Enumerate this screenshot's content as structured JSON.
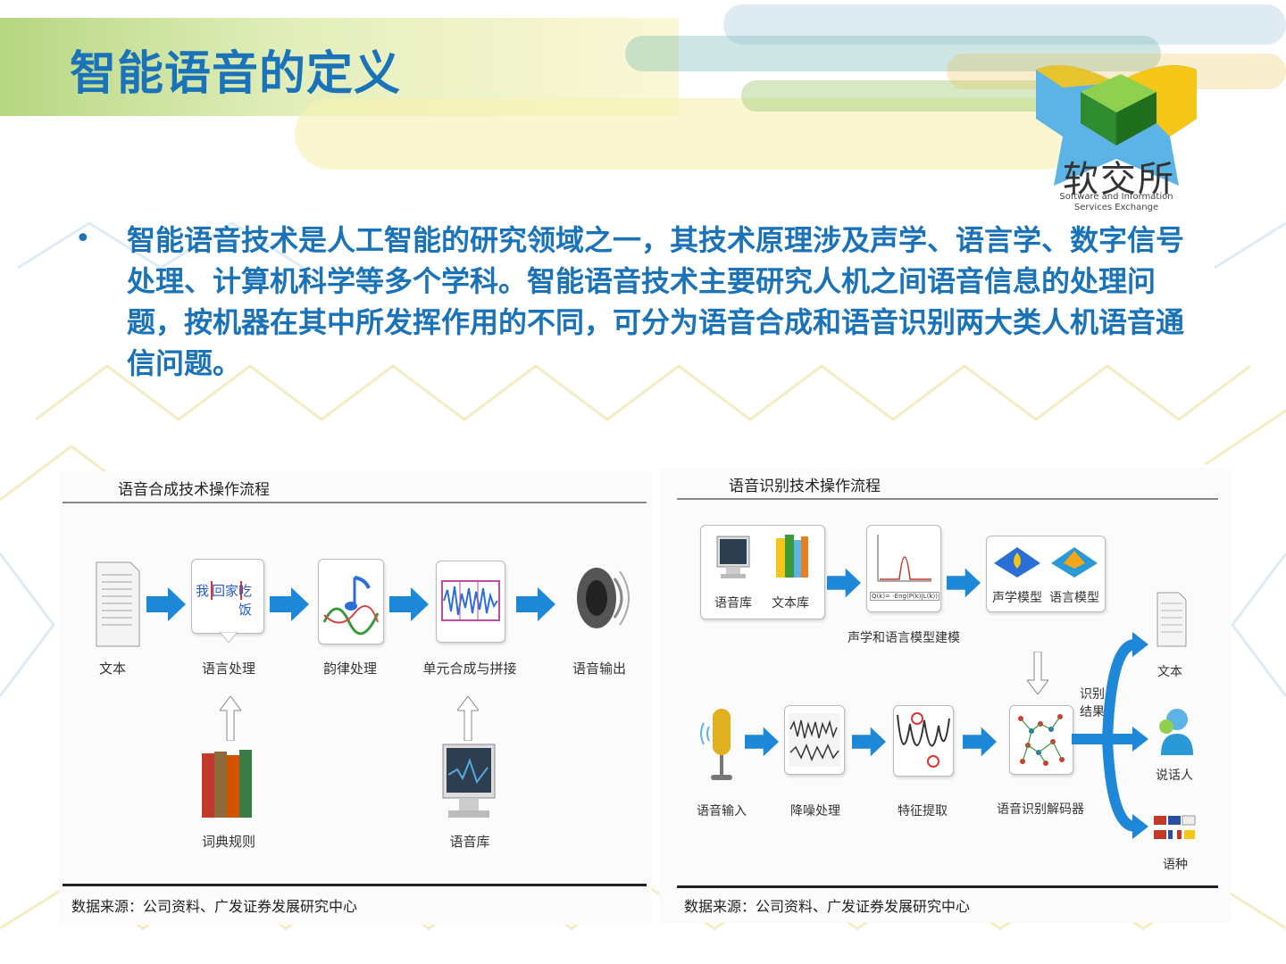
{
  "slide": {
    "title": "智能语音的定义",
    "logo": {
      "name": "软交所",
      "subtitle": "Software and Information Services Exchange"
    },
    "bullet": "•",
    "body": "智能语音技术是人工智能的研究领域之一，其技术原理涉及声学、语言学、数字信号处理、计算机科学等多个学科。智能语音技术主要研究人机之间语音信息的处理问题，按机器在其中所发挥作用的不同，可分为语音合成和语音识别两大类人机语音通信问题。"
  },
  "synthesis": {
    "title": "语音合成技术操作流程",
    "steps": [
      "文本",
      "语言处理",
      "韵律处理",
      "单元合成与拼接",
      "语音输出"
    ],
    "chips": [
      "我",
      "回家",
      "吃饭"
    ],
    "inputs": [
      "词典规则",
      "语音库"
    ],
    "source": "数据来源：公司资料、广发证券发展研究中心"
  },
  "recognition": {
    "title": "语音识别技术操作流程",
    "top_items": [
      "语音库",
      "文本库"
    ],
    "model_building": "声学和语言模型建模",
    "formula": "Q(k)= -Eng(P(k)|L(k))",
    "models": [
      "声学模型",
      "语言模型"
    ],
    "steps": [
      "语音输入",
      "降噪处理",
      "特征提取",
      "语音识别解码器"
    ],
    "result_label": "识别结果",
    "outputs": [
      "文本",
      "说话人",
      "语种"
    ],
    "source": "数据来源：公司资料、广发证券发展研究中心"
  },
  "colors": {
    "title": "#1a73b8",
    "arrow": "#1e88d8",
    "accent_yellow": "#f5c518",
    "accent_green": "#3aa535"
  }
}
